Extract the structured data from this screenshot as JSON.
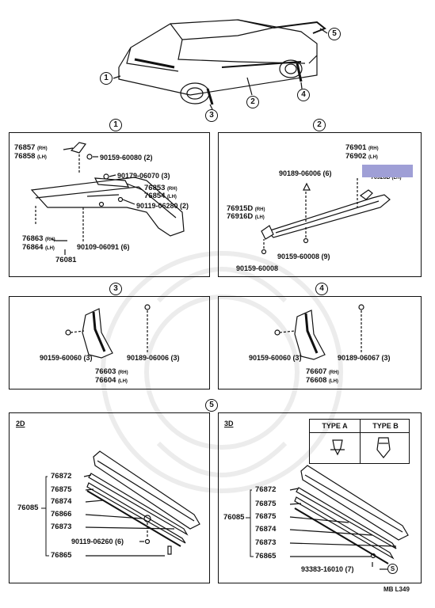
{
  "callouts": [
    "1",
    "2",
    "3",
    "4",
    "5"
  ],
  "panel1": {
    "callout": "1",
    "labels": {
      "p76857": "76857",
      "p76857_side": "(RH)",
      "p76858": "76858",
      "p76858_side": "(LH)",
      "bolt_a": "90159-60080 (2)",
      "clip_a": "90179-06070 (3)",
      "p76853": "76853",
      "p76853_side": "(RH)",
      "p76854": "76854",
      "p76854_side": "(LH)",
      "clip_b": "90119-06280 (2)",
      "p76863": "76863",
      "p76863_side": "(RH)",
      "p76864": "76864",
      "p76864_side": "(LH)",
      "bolt_b": "90109-06091 (6)",
      "p76081": "76081"
    }
  },
  "panel2": {
    "callout": "2",
    "labels": {
      "p76901": "76901",
      "p76901_side": "(RH)",
      "p76902": "76902",
      "p76902_side": "(LH)",
      "p76928_partial": "76928D",
      "p76928_side": "(LH)",
      "clip_a": "90189-06006 (6)",
      "p76915": "76915D",
      "p76915_side": "(RH)",
      "p76916": "76916D",
      "p76916_side": "(LH)",
      "screw_a": "90159-60008 (9)",
      "screw_b": "90159-60008"
    }
  },
  "panel3": {
    "callout": "3",
    "labels": {
      "screw": "90159-60060 (3)",
      "clip": "90189-06006 (3)",
      "p76603": "76603",
      "p76603_side": "(RH)",
      "p76604": "76604",
      "p76604_side": "(LH)"
    }
  },
  "panel4": {
    "callout": "4",
    "labels": {
      "screw": "90159-60060 (3)",
      "clip": "90189-06067 (3)",
      "p76607": "76607",
      "p76607_side": "(RH)",
      "p76608": "76608",
      "p76608_side": "(LH)"
    }
  },
  "panel5": {
    "callout": "5",
    "left": {
      "title": "2D",
      "group": "76085",
      "parts": [
        "76872",
        "76875",
        "76874",
        "76866",
        "76873"
      ],
      "bolt": "90119-06260 (6)",
      "last": "76865"
    },
    "right": {
      "title": "3D",
      "group": "76085",
      "parts": [
        "76872",
        "76875",
        "76875",
        "76874",
        "76873",
        "76865"
      ],
      "clip": "93383-16010 (7)",
      "clip_mark": "S"
    },
    "types": {
      "a": "TYPE A",
      "b": "TYPE B"
    }
  },
  "footer": {
    "code": "MB L349"
  }
}
